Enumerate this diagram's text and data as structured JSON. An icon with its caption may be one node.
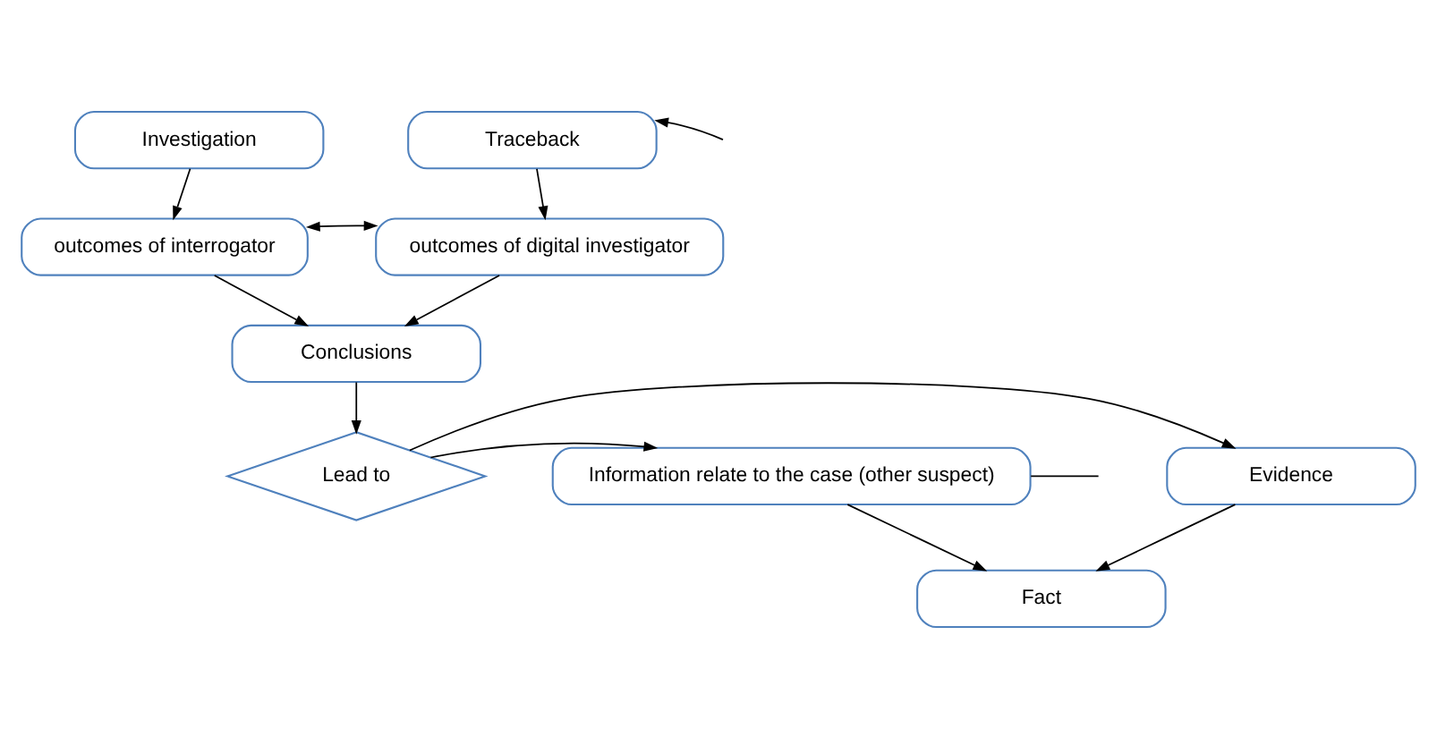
{
  "diagram": {
    "nodes": [
      {
        "text": [
          "Investigation"
        ]
      },
      {
        "text": [
          "Traceback"
        ]
      },
      {
        "text": [
          "outcomes of interrogator"
        ]
      },
      {
        "text": [
          "outcomes of digital investigator"
        ]
      },
      {
        "text": [
          "Conclusions"
        ]
      },
      {
        "text": [
          "Evidence"
        ]
      },
      {
        "text": [
          "Lead to"
        ]
      },
      {
        "text": [
          "Information relate to the case (other suspect)"
        ]
      },
      {
        "text": [
          "Fact"
        ]
      }
    ],
    "edges": [
      {
        "from": 0,
        "to": 2,
        "arrow": "to"
      },
      {
        "from": 1,
        "to": 3,
        "arrow": "to"
      },
      {
        "from": 2,
        "to": 3,
        "arrow": "both"
      },
      {
        "from": 2,
        "to": 4,
        "arrow": "to"
      },
      {
        "from": 3,
        "to": 4,
        "arrow": "to"
      },
      {
        "from": 4,
        "to": 6,
        "arrow": "to"
      },
      {
        "from": 6,
        "to": 5,
        "arrow": "to"
      },
      {
        "from": 6,
        "to": 7,
        "arrow": "to"
      },
      {
        "from": 5,
        "to": 8,
        "arrow": "to"
      },
      {
        "from": 7,
        "to": 8,
        "arrow": "to"
      },
      {
        "from": 7,
        "to": null,
        "arrow": "none"
      },
      {
        "from": null,
        "to": 1,
        "arrow": "to"
      }
    ]
  }
}
